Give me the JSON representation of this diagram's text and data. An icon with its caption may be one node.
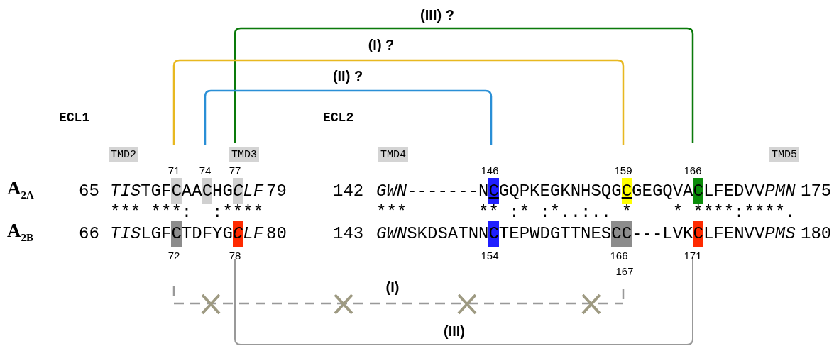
{
  "diagram": {
    "labels": [
      "(III) ?",
      "(I) ?",
      "(II) ?",
      "ECL1",
      "ECL2",
      "TMD2",
      "TMD3",
      "TMD4",
      "TMD5",
      "71",
      "74",
      "77",
      "146",
      "159",
      "166",
      "A$_{2A}$",
      "65",
      "TISTGFCAACHGCLF",
      "79",
      "142",
      "GWN-------NCGQPKEGKNHSQGCGEGQVACLFEDVVPMN",
      "175",
      "*** ***:  :****",
      "***       ** :* :*..:.. *    * ****:****.",
      "A$_{2B}$",
      "66",
      "TISLGFCTDFYGCLF",
      "80",
      "143",
      "GWNSKDSATNNCTEPWDGTTNESCC---LVKCLFENVVPMS",
      "180",
      "72",
      "78",
      "154",
      "166",
      "167",
      "171",
      "(I)",
      "(III)"
    ]
  }
}
